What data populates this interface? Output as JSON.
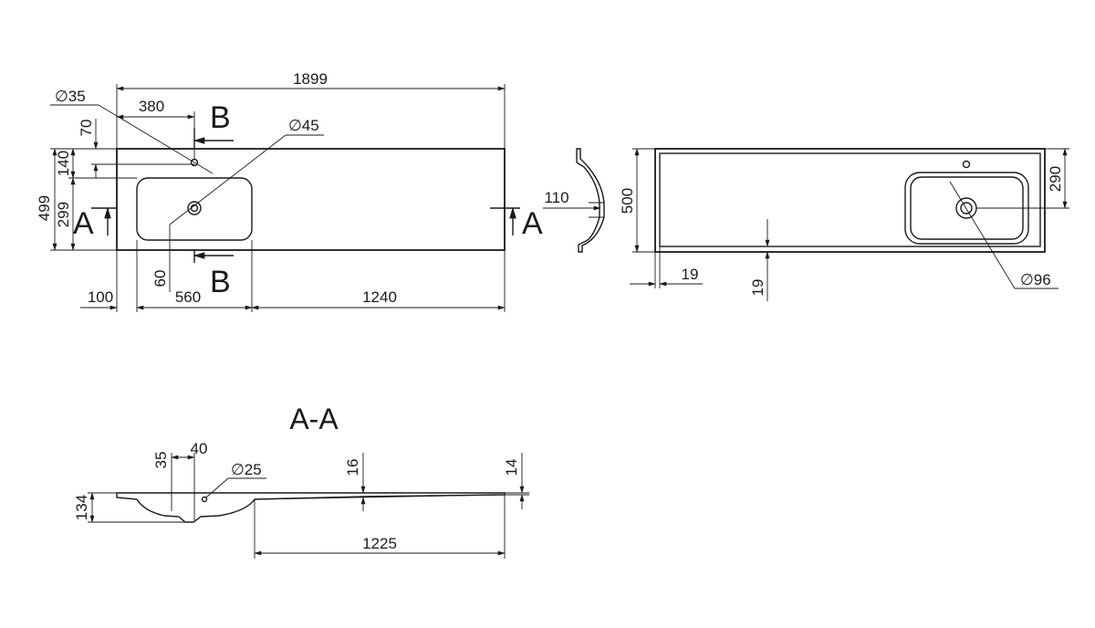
{
  "top_view": {
    "overall_length": "1899",
    "hole_diameter": "∅35",
    "hole_offset": "380",
    "drain_diameter": "∅45",
    "edge_70": "70",
    "dim_140": "140",
    "dim_299": "299",
    "depth_499": "499",
    "dim_60": "60",
    "offset_100": "100",
    "bowl_width": "560",
    "shelf_length": "1240",
    "section_b": "B",
    "section_a": "A"
  },
  "side_view": {
    "height_110": "110"
  },
  "bottom_view": {
    "depth_500": "500",
    "dim_290": "290",
    "rim_19_h": "19",
    "rim_19_v": "19",
    "drain_diameter": "∅96"
  },
  "section_aa": {
    "title": "A-A",
    "dim_35": "35",
    "dim_40": "40",
    "overflow_diameter": "∅25",
    "thickness_16": "16",
    "thickness_14": "14",
    "height_134": "134",
    "shelf_length": "1225"
  }
}
